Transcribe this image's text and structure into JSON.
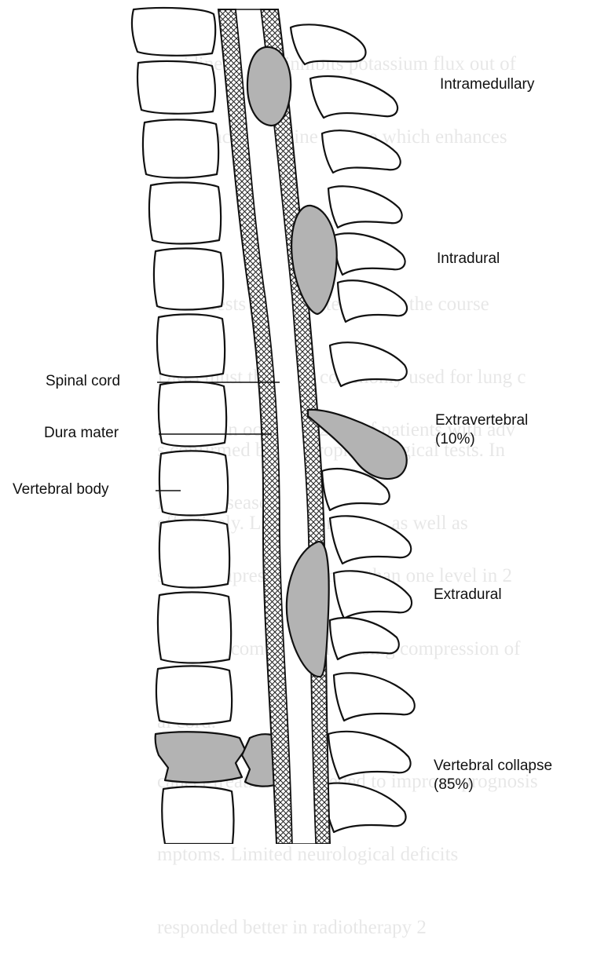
{
  "labels": {
    "intramedullary": "Intramedullary",
    "intradural": "Intradural",
    "spinal_cord": "Spinal cord",
    "extravertebral": "Extravertebral",
    "extravertebral_pct": "(10%)",
    "dura_mater": "Dura mater",
    "vertebral_body": "Vertebral body",
    "extradural": "Extradural",
    "vertebral_collapse": "Vertebral collapse",
    "vertebral_collapse_pct": "(85%)"
  },
  "background_text": [
    [
      "pyridine (DAP) inhibits potassium flux out of",
      "mones acetylcholine release which enhances"
    ],
    [
      "e manifests in subacute early in the course",
      "DMS must the most commonly used for lung c",
      "s confirmed by electrophysiological tests. In",
      "effectively. L-4 compression, as well as"
    ],
    [
      "mpression occurs in 20% of patients with adv",
      "ignant disease...",
      "se to compression at more than one level in 2",
      "rachnoid compression causing compression of",
      "al cord."
    ],
    [
      "cancer treatment is needed to improve prognosis",
      "mptoms. Limited neurological deficits",
      "responded better in radiotherapy 2"
    ]
  ],
  "colors": {
    "tumor_fill": "#b3b3b3",
    "line": "#111111",
    "hatch": "#222222"
  }
}
